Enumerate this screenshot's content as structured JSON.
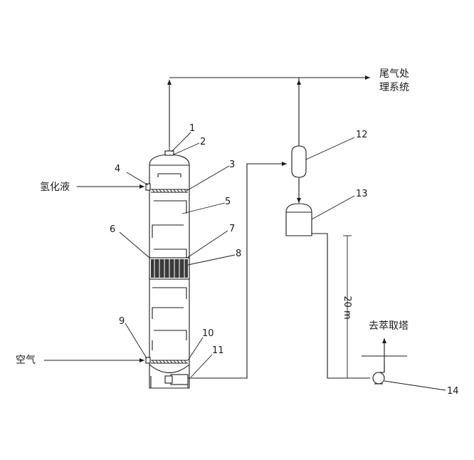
{
  "labels": {
    "tail_gas_line1": "尾气处",
    "tail_gas_line2": "理系统",
    "hydrogenation_liquid": "氢化液",
    "air": "空气",
    "to_extraction": "去萃取塔",
    "height": "20 m"
  },
  "callouts": [
    "1",
    "2",
    "3",
    "4",
    "5",
    "6",
    "7",
    "8",
    "9",
    "10",
    "11",
    "12",
    "13",
    "14"
  ]
}
